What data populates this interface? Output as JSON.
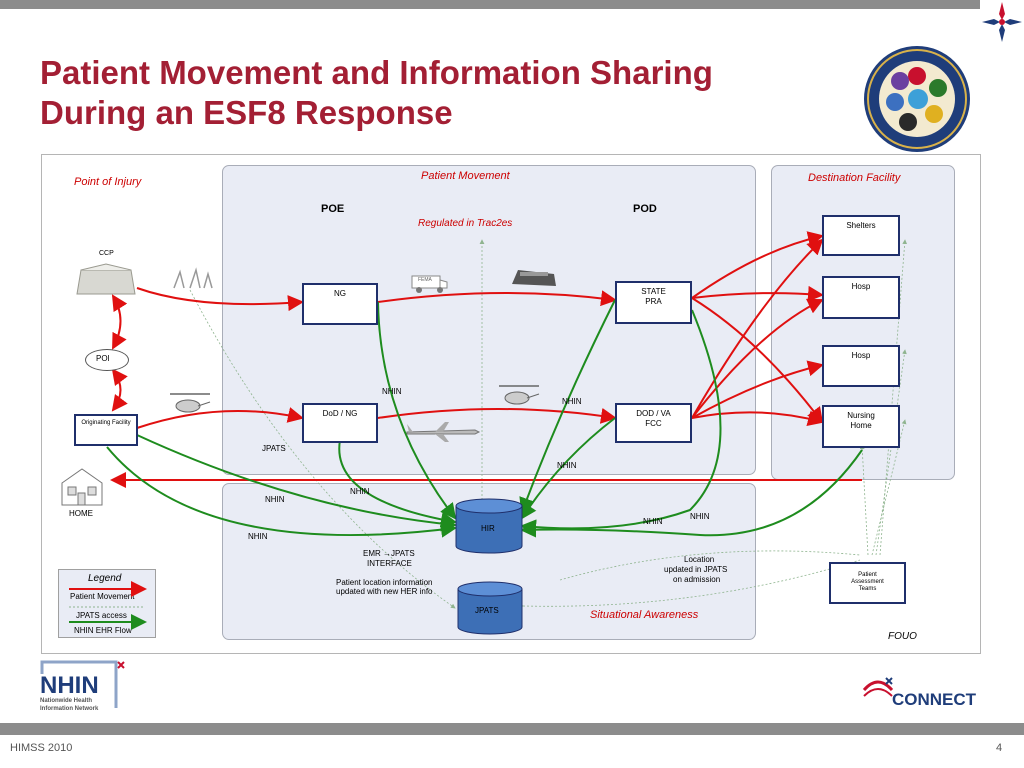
{
  "slide": {
    "title_line1": "Patient Movement and Information Sharing",
    "title_line2": "During an ESF8 Response",
    "footer_left": "HIMSS 2010",
    "footer_right": "4"
  },
  "diagram": {
    "point_of_injury": "Point of Injury",
    "ccp": "CCP",
    "poi": "POI",
    "originating_facility": "Originating Facility",
    "home": "HOME",
    "patient_movement": "Patient Movement",
    "poe": "POE",
    "pod": "POD",
    "regulated": "Regulated in Trac2es",
    "ng": "NG",
    "state_pra_1": "STATE",
    "state_pra_2": "PRA",
    "dod_ng": "DoD / NG",
    "dod_va_1": "DOD / VA",
    "dod_va_2": "FCC",
    "destination_facility": "Destination Facility",
    "shelters": "Shelters",
    "hosp1": "Hosp",
    "hosp2": "Hosp",
    "nursing_1": "Nursing",
    "nursing_2": "Home",
    "hir": "HIR",
    "jpats": "JPATS",
    "emr_1": "EMR →JPATS",
    "emr_2": "INTERFACE",
    "patient_loc_1": "Patient location information",
    "patient_loc_2": "updated with new HER info",
    "location_1": "Location",
    "location_2": "updated in JPATS",
    "location_3": "on admission",
    "situational_awareness": "Situational Awareness",
    "patient_assessment_1": "Patient",
    "patient_assessment_2": "Assessment",
    "patient_assessment_3": "Teams",
    "fouo": "FOUO",
    "jpats_label": "JPATS",
    "nhin_labels": [
      "NHIN",
      "NHIN",
      "NHIN",
      "NHIN",
      "NHIN",
      "NHIN",
      "NHIN",
      "NHIN"
    ],
    "fema": "FEMA"
  },
  "legend": {
    "title": "Legend",
    "patient_movement": "Patient Movement",
    "jpats_access": "JPATS access",
    "nhin_ehr_flow": "NHIN EHR Flow"
  },
  "logos": {
    "nhin_big": "NHIN",
    "nhin_line1": "Nationwide Health",
    "nhin_line2": "Information Network",
    "connect": "CONNECT"
  },
  "colors": {
    "title": "#a31f34",
    "patient_movement_arrow": "#e01010",
    "nhin_arrow": "#1e8c1e",
    "box_border": "#1f2f6b",
    "panel_fill": "#e9ecf5",
    "cylinder": "#3d6fb6"
  }
}
